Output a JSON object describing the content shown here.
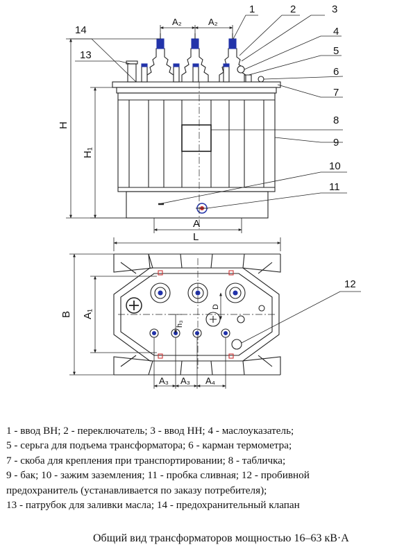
{
  "callouts": [
    "1",
    "2",
    "3",
    "4",
    "5",
    "6",
    "7",
    "8",
    "9",
    "10",
    "11",
    "12",
    "13",
    "14"
  ],
  "dimensions": {
    "a2_left": "A₂",
    "a2_right": "A₂",
    "h_total": "H",
    "h1": "H₁",
    "a": "A",
    "l": "L",
    "b": "B",
    "a1": "A₁",
    "d": "D",
    "h3": "h₃",
    "a3_left": "A₃",
    "a3_right": "A₃",
    "a4": "A₄"
  },
  "legend": [
    "1 - ввод ВН; 2 - переключатель; 3 - ввод НН; 4 - маслоуказатель;",
    "5 - серьга для подъема трансформатора; 6 - карман термометра;",
    "7 - скоба для крепления при транспортировании; 8 - табличка;",
    "9 - бак; 10 - зажим заземления; 11 - пробка сливная; 12 - пробивной",
    "предохранитель (устанавливается по заказу потребителя);",
    "13 - патрубок для заливки масла; 14 - предохранительный клапан"
  ],
  "caption": "Общий вид трансформаторов мощностью 16–63 кВ·А",
  "colors": {
    "line": "#222222",
    "bushing": "#2233aa",
    "marker": "#cc3333"
  }
}
